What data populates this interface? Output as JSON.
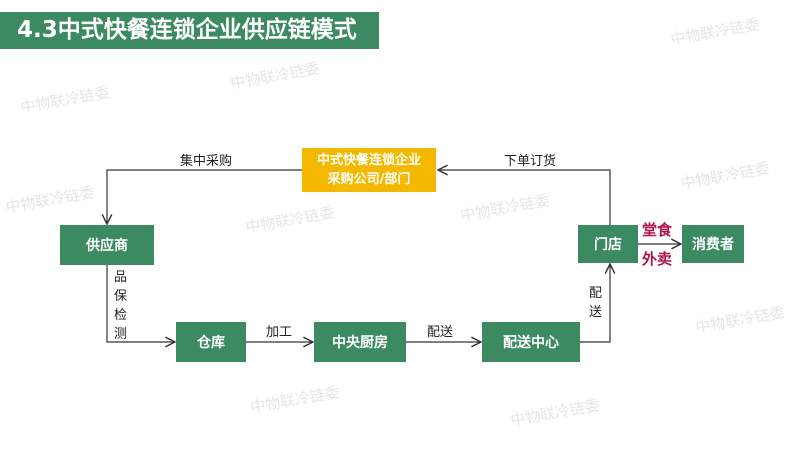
{
  "title": "4.3中式快餐连锁企业供应链模式",
  "watermark": "中物联冷链委",
  "nodes": {
    "purchasing_line1": "中式快餐连锁企业",
    "purchasing_line2": "采购公司/部门",
    "supplier": "供应商",
    "warehouse": "仓库",
    "central_kitchen": "中央厨房",
    "distribution_center": "配送中心",
    "store": "门店",
    "consumer": "消费者"
  },
  "labels": {
    "centralized_purchasing": "集中采购",
    "place_order": "下单订货",
    "quality_check": [
      "品",
      "保",
      "检",
      "测"
    ],
    "processing": "加工",
    "delivery1": "配送",
    "delivery2": [
      "配",
      "送"
    ],
    "dine_in": "堂食",
    "takeout": "外卖"
  },
  "colors": {
    "node": "#3b8a62",
    "purchasing": "#f5b800",
    "accent": "#b0134e"
  }
}
